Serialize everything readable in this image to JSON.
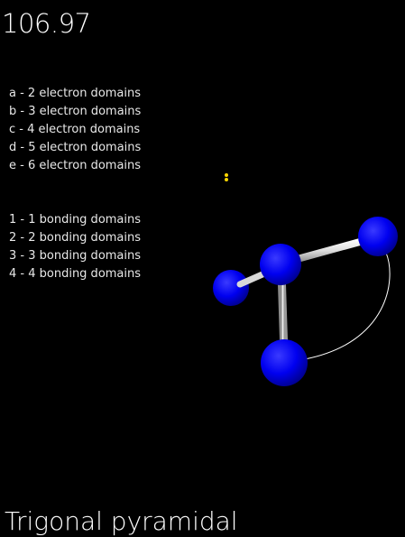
{
  "angle_readout": "106.97",
  "electron_domains": [
    "a - 2 electron domains",
    "b - 3 electron domains",
    "c - 4 electron domains",
    "d - 5 electron domains",
    "e - 6 electron domains"
  ],
  "bonding_domains": [
    "1 - 1 bonding domains",
    "2 - 2 bonding domains",
    "3 - 3 bonding domains",
    "4 - 4 bonding domains"
  ],
  "geometry_name": "Trigonal pyramidal",
  "colors": {
    "background": "#000000",
    "atom": "#0000ff",
    "bond": "#e6e6e6",
    "lone_pair": "#ffd700",
    "angle_arc": "#ffffff"
  }
}
